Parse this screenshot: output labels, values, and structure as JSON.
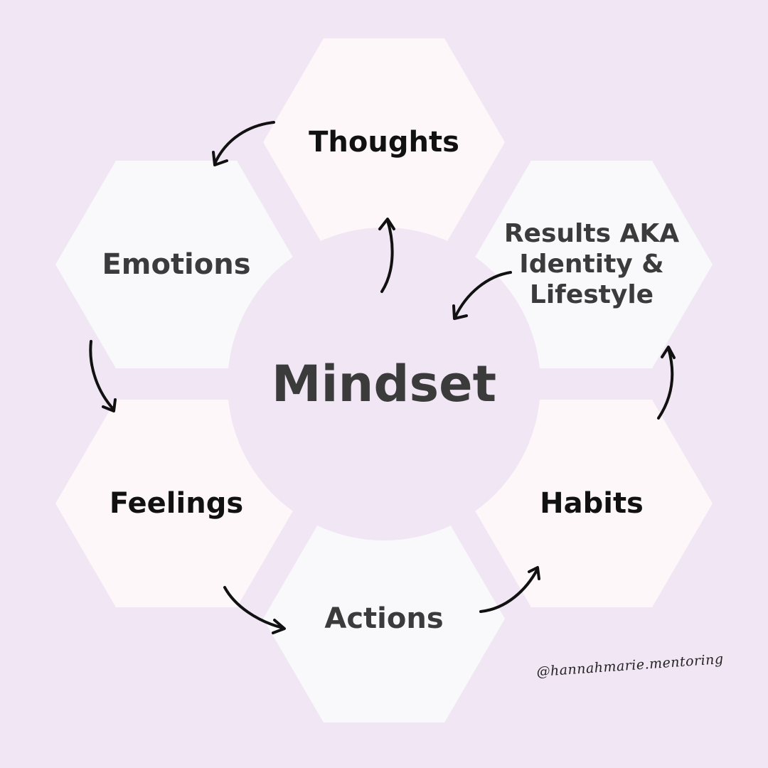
{
  "diagram": {
    "center": {
      "label": "Mindset"
    },
    "nodes": [
      {
        "id": "thoughts",
        "label": "Thoughts",
        "fill": "#fdf7f9",
        "text_color": "#111111"
      },
      {
        "id": "results",
        "label": "Results AKA\nIdentity &\nLifestyle",
        "fill": "#f9f9fb",
        "text_color": "#3b3b3b"
      },
      {
        "id": "habits",
        "label": "Habits",
        "fill": "#fdf7f9",
        "text_color": "#111111"
      },
      {
        "id": "actions",
        "label": "Actions",
        "fill": "#f9f9fb",
        "text_color": "#3b3b3b"
      },
      {
        "id": "feelings",
        "label": "Feelings",
        "fill": "#fdf7f9",
        "text_color": "#111111"
      },
      {
        "id": "emotions",
        "label": "Emotions",
        "fill": "#f9f9fb",
        "text_color": "#3b3b3b"
      }
    ],
    "edges": [
      {
        "from": "mindset",
        "to": "thoughts"
      },
      {
        "from": "thoughts",
        "to": "emotions"
      },
      {
        "from": "emotions",
        "to": "feelings"
      },
      {
        "from": "feelings",
        "to": "actions"
      },
      {
        "from": "actions",
        "to": "habits"
      },
      {
        "from": "habits",
        "to": "results"
      },
      {
        "from": "results",
        "to": "mindset"
      }
    ]
  },
  "footer": {
    "handle": "@hannahmarie.mentoring"
  },
  "colors": {
    "background": "#f1e6f4",
    "center_fill": "#f1e6f4",
    "center_text": "#3b3b3b",
    "arrow": "#111111"
  }
}
